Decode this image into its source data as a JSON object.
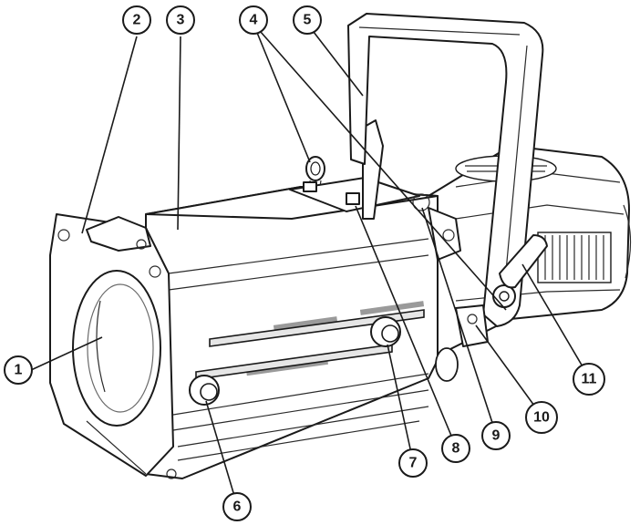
{
  "callouts": [
    {
      "id": "1",
      "label": "1"
    },
    {
      "id": "2",
      "label": "2"
    },
    {
      "id": "3",
      "label": "3"
    },
    {
      "id": "4",
      "label": "4"
    },
    {
      "id": "5",
      "label": "5"
    },
    {
      "id": "6",
      "label": "6"
    },
    {
      "id": "7",
      "label": "7"
    },
    {
      "id": "8",
      "label": "8"
    },
    {
      "id": "9",
      "label": "9"
    },
    {
      "id": "10",
      "label": "10"
    },
    {
      "id": "11",
      "label": "11"
    }
  ],
  "colors": {
    "line": "#1a1a1a",
    "body": "#ffffff",
    "shade": "#9a9a9a"
  }
}
